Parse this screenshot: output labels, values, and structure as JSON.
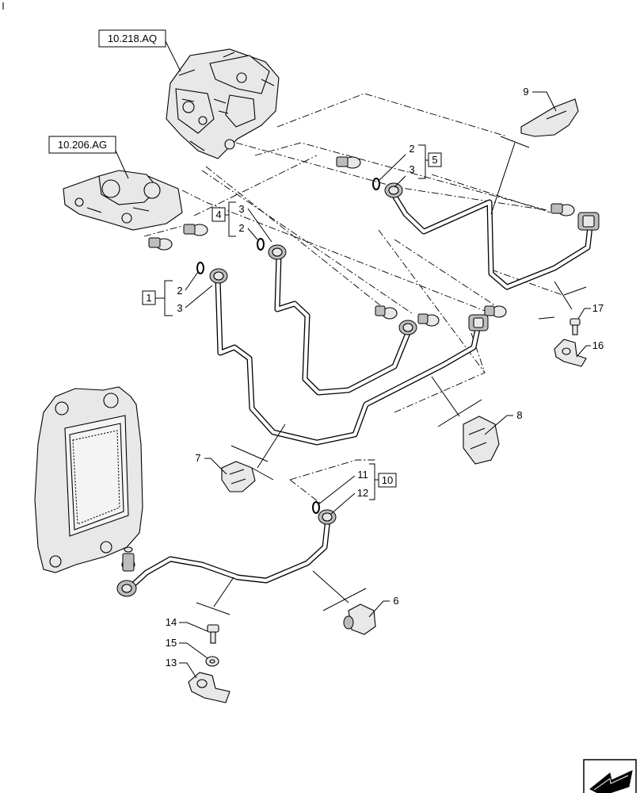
{
  "references": {
    "pump_ref": "10.218.AQ",
    "housing_ref": "10.206.AG"
  },
  "groups": {
    "g1": "1",
    "g4": "4",
    "g5": "5",
    "g10": "10"
  },
  "callouts": {
    "c2a": "2",
    "c3a": "3",
    "c2b": "2",
    "c3b": "3",
    "c2c": "2",
    "c3c": "3",
    "c6": "6",
    "c7": "7",
    "c8": "8",
    "c9": "9",
    "c11": "11",
    "c12": "12",
    "c13": "13",
    "c14": "14",
    "c15": "15",
    "c16": "16",
    "c17": "17"
  },
  "icons": {
    "nav": "next-page-arrow-icon"
  }
}
